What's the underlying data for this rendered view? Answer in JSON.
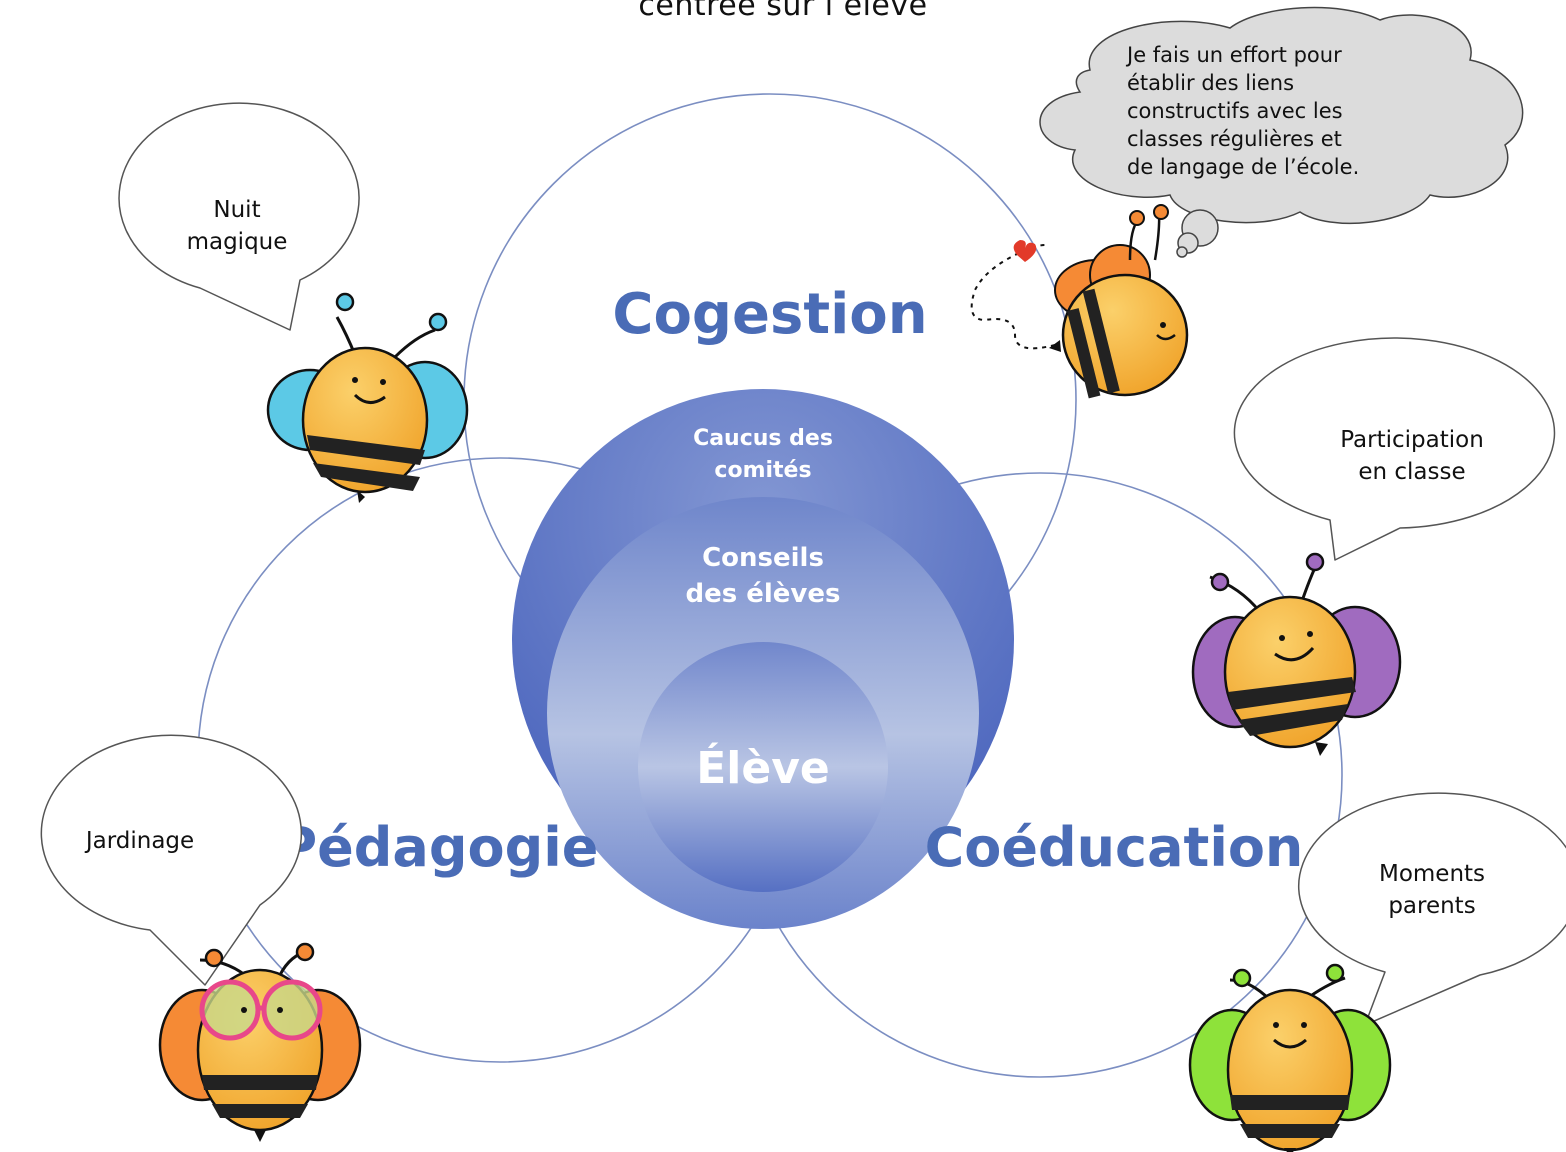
{
  "title_partial": "centrée sur l’élève",
  "circles": {
    "top": "Cogestion",
    "left": "Pédagogie",
    "right": "Coéducation"
  },
  "center": {
    "outer": [
      "Caucus des",
      "comités"
    ],
    "middle": [
      "Conseils",
      "des élèves"
    ],
    "inner": "Élève"
  },
  "bubbles": {
    "nuit": [
      "Nuit",
      "magique"
    ],
    "thought": [
      "Je fais un effort pour",
      "établir des liens",
      "constructifs avec les",
      "classes régulières et",
      "de langage de l’école."
    ],
    "participation": [
      "Participation",
      "en classe"
    ],
    "jardinage": "Jardinage",
    "moments": [
      "Moments",
      "parents"
    ]
  },
  "colors": {
    "circle_outline": "#7b8ec2",
    "label_blue": "#4a6cb6",
    "disc_dark": "#4c67bf",
    "disc_light": "#b4c1e2",
    "bee_yellow": "#f4b63d",
    "wing_blue": "#5cc9e6",
    "wing_orange": "#f58a35",
    "wing_purple": "#a06bbf",
    "wing_green": "#8ee23a",
    "glasses_pink": "#e8478a"
  }
}
